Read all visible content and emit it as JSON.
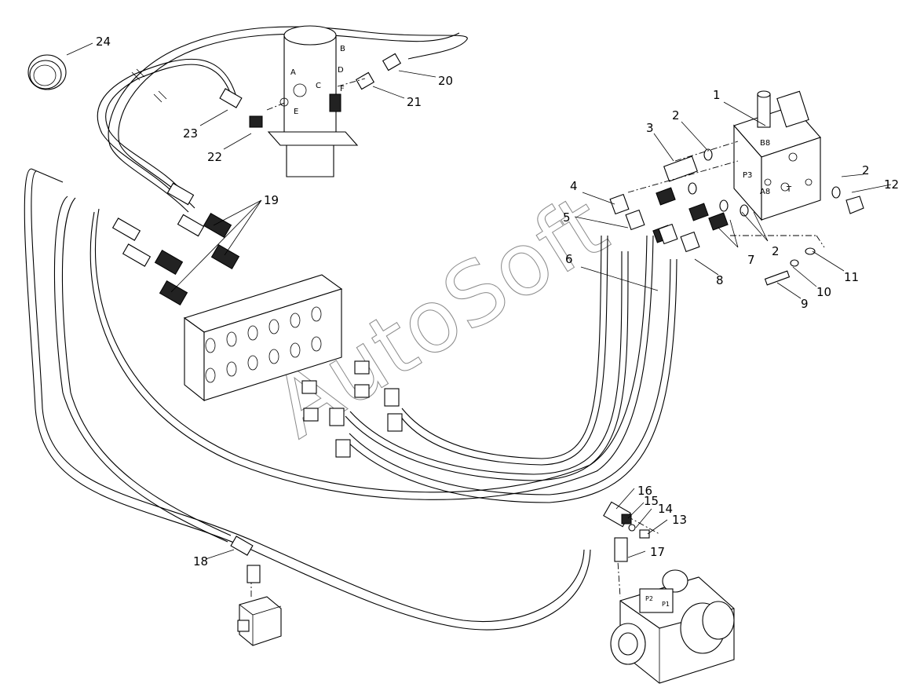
{
  "figure": {
    "callouts": [
      {
        "id": "c1",
        "label": "1"
      },
      {
        "id": "c2a",
        "label": "2"
      },
      {
        "id": "c2b",
        "label": "2"
      },
      {
        "id": "c2c",
        "label": "2"
      },
      {
        "id": "c3",
        "label": "3"
      },
      {
        "id": "c4",
        "label": "4"
      },
      {
        "id": "c5",
        "label": "5"
      },
      {
        "id": "c6",
        "label": "6"
      },
      {
        "id": "c7",
        "label": "7"
      },
      {
        "id": "c8",
        "label": "8"
      },
      {
        "id": "c9",
        "label": "9"
      },
      {
        "id": "c10",
        "label": "10"
      },
      {
        "id": "c11",
        "label": "11"
      },
      {
        "id": "c12",
        "label": "12"
      },
      {
        "id": "c13",
        "label": "13"
      },
      {
        "id": "c14",
        "label": "14"
      },
      {
        "id": "c15",
        "label": "15"
      },
      {
        "id": "c16",
        "label": "16"
      },
      {
        "id": "c17",
        "label": "17"
      },
      {
        "id": "c18",
        "label": "18"
      },
      {
        "id": "c19",
        "label": "19"
      },
      {
        "id": "c20",
        "label": "20"
      },
      {
        "id": "c21",
        "label": "21"
      },
      {
        "id": "c22",
        "label": "22"
      },
      {
        "id": "c23",
        "label": "23"
      },
      {
        "id": "c24",
        "label": "24"
      }
    ],
    "swivel_ports": [
      "A",
      "B",
      "C",
      "D",
      "E",
      "F"
    ],
    "valve_ports": [
      "B8",
      "P3",
      "A8",
      "T"
    ],
    "pump_ports": [
      "P2",
      "P1"
    ],
    "watermark": "AutoSoft"
  }
}
